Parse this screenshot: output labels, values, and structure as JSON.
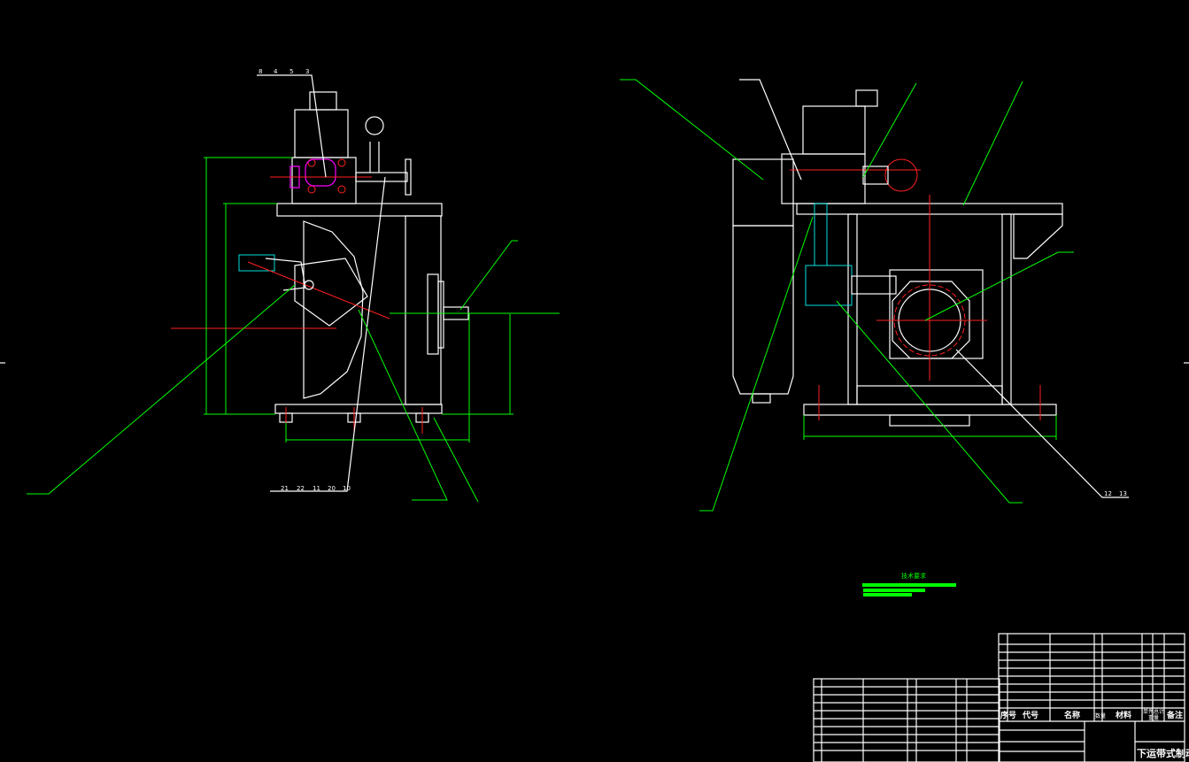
{
  "drawing": {
    "title": "下运带式制动器",
    "left_view_callouts_top": [
      "8",
      "4",
      "5",
      "3"
    ],
    "left_view_callouts_bottom": [
      "21",
      "22",
      "11",
      "20",
      "10"
    ],
    "right_view_callouts": [
      "12",
      "13"
    ],
    "tech_requirements_heading": "技术要求"
  },
  "title_block": {
    "headers": [
      "序号",
      "代号",
      "名称",
      "数量",
      "材料",
      "单件",
      "总计",
      "重量",
      "备注"
    ]
  },
  "colors": {
    "background": "#000000",
    "outline": "#ffffff",
    "dimension": "#00ff00",
    "centerline": "#ff2020",
    "hatch": "#00e0e0",
    "bolt": "#ff00ff"
  }
}
